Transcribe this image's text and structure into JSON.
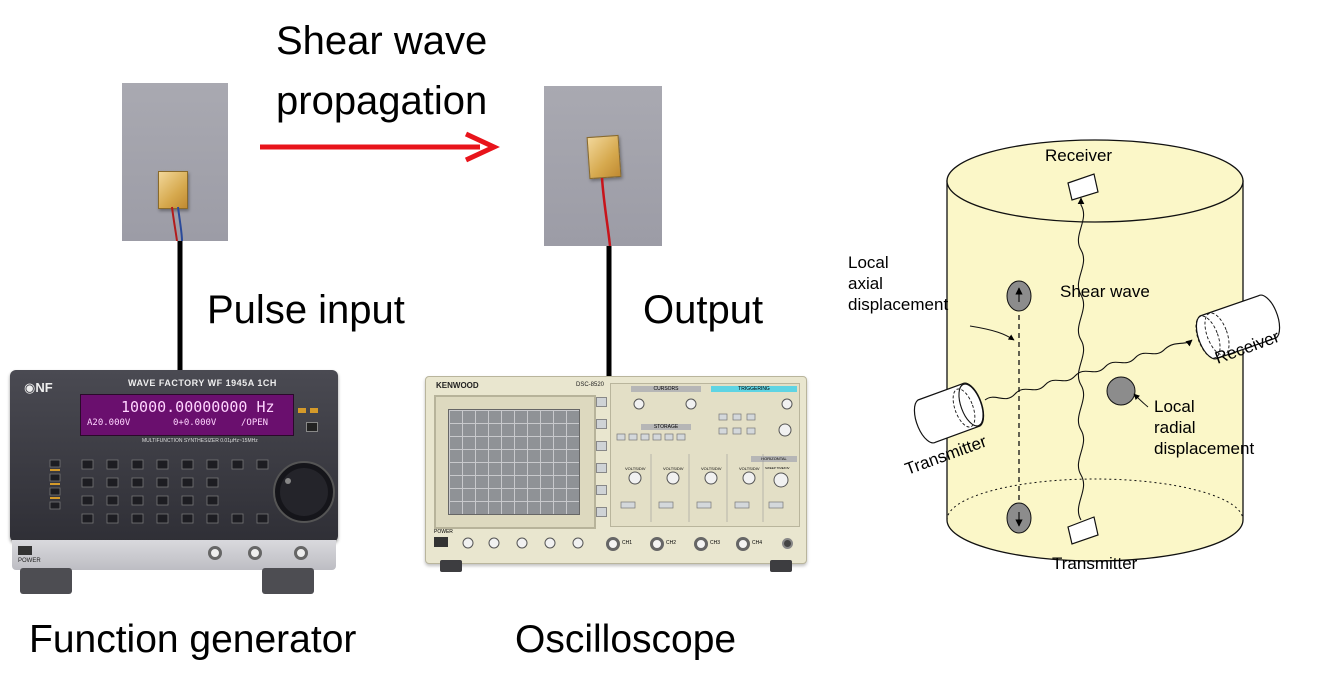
{
  "labels": {
    "shear_wave_line1": "Shear wave",
    "shear_wave_line2": "propagation",
    "pulse_input": "Pulse input",
    "output": "Output",
    "function_generator": "Function generator",
    "oscilloscope": "Oscilloscope"
  },
  "function_generator_device": {
    "brand": "NF",
    "model": "WAVE FACTORY WF 1945A 1CH",
    "display_line1": "10000.00000000 Hz",
    "display_line2": "A20.000V",
    "display_line3": "0+0.000V",
    "display_line4": "/OPEN",
    "subtitle": "MULTIFUNCTION SYNTHESIZER 0.01μHz~15MHz",
    "power_label": "POWER"
  },
  "oscilloscope_device": {
    "brand": "KENWOOD",
    "model": "DSC-8520",
    "section_cursors": "CURSORS",
    "section_triggering": "TRIGGERING",
    "section_storage": "STORAGE",
    "section_horizontal": "HORIZONTAL",
    "volts_div": "VOLTS/DIV",
    "sweep_time": "SWEEP TIME/DIV",
    "power_label": "POWER",
    "ch1": "CH1",
    "ch2": "CH2",
    "ch3": "CH3",
    "ch4": "CH4"
  },
  "cylinder": {
    "receiver_top": "Receiver",
    "shear_wave": "Shear wave",
    "local_axial_1": "Local",
    "local_axial_2": "axial",
    "local_axial_3": "displacement",
    "receiver_right": "Receiver",
    "local_radial_1": "Local",
    "local_radial_2": "radial",
    "local_radial_3": "displacement",
    "transmitter_left": "Transmitter",
    "transmitter_bottom": "Transmitter"
  },
  "colors": {
    "arrow": "#e8141b",
    "cylinder_fill": "#fbf7c8",
    "lcd_bg": "#6a0f6e",
    "lcd_text": "#ffd4ff",
    "scope_body": "#e9e6cf"
  }
}
